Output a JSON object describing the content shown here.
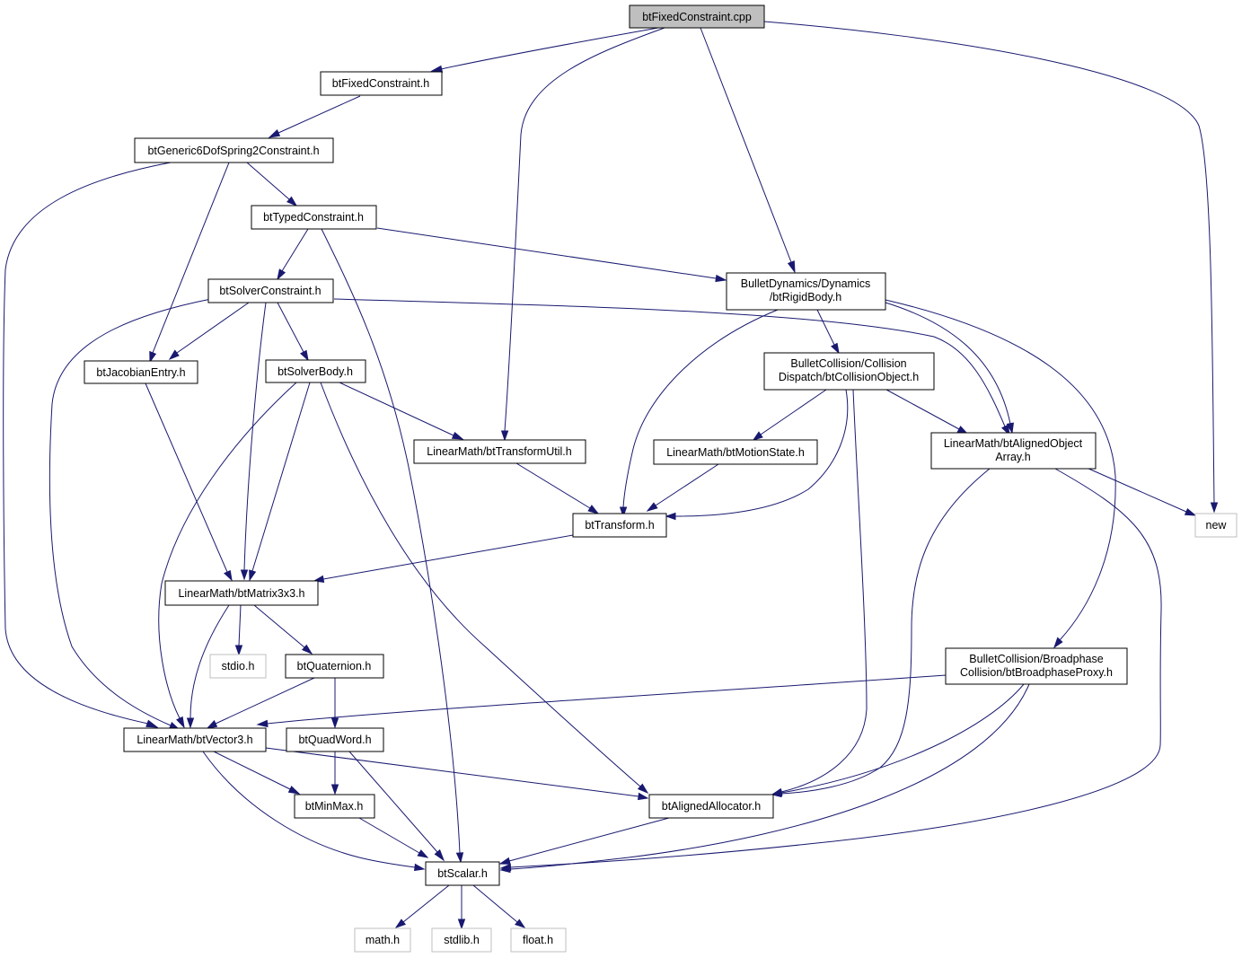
{
  "colors": {
    "edge": "#191970",
    "root_fill": "#bfbfbf",
    "node_border": "#000000",
    "external_border": "#bfbfbf",
    "background": "#ffffff"
  },
  "nodes": {
    "root": "btFixedConstraint.cpp",
    "fixedH": "btFixedConstraint.h",
    "g6dof": "btGeneric6DofSpring2Constraint.h",
    "typed": "btTypedConstraint.h",
    "solverC": [
      "btSolverConstraint.h"
    ],
    "rigid": [
      "BulletDynamics/Dynamics",
      "/btRigidBody.h"
    ],
    "jacob": "btJacobianEntry.h",
    "solverB": "btSolverBody.h",
    "collObj": [
      "BulletCollision/Collision",
      "Dispatch/btCollisionObject.h"
    ],
    "transUtil": "LinearMath/btTransformUtil.h",
    "motion": "LinearMath/btMotionState.h",
    "alignArr": [
      "LinearMath/btAlignedObject",
      "Array.h"
    ],
    "newH": "new",
    "transform": "btTransform.h",
    "matrix": "LinearMath/btMatrix3x3.h",
    "stdio": "stdio.h",
    "quat": "btQuaternion.h",
    "bproxy": [
      "BulletCollision/Broadphase",
      "Collision/btBroadphaseProxy.h"
    ],
    "vector": "LinearMath/btVector3.h",
    "quadword": "btQuadWord.h",
    "minmax": "btMinMax.h",
    "allocator": "btAlignedAllocator.h",
    "scalar": "btScalar.h",
    "math": "math.h",
    "stdlib": "stdlib.h",
    "float": "float.h"
  }
}
